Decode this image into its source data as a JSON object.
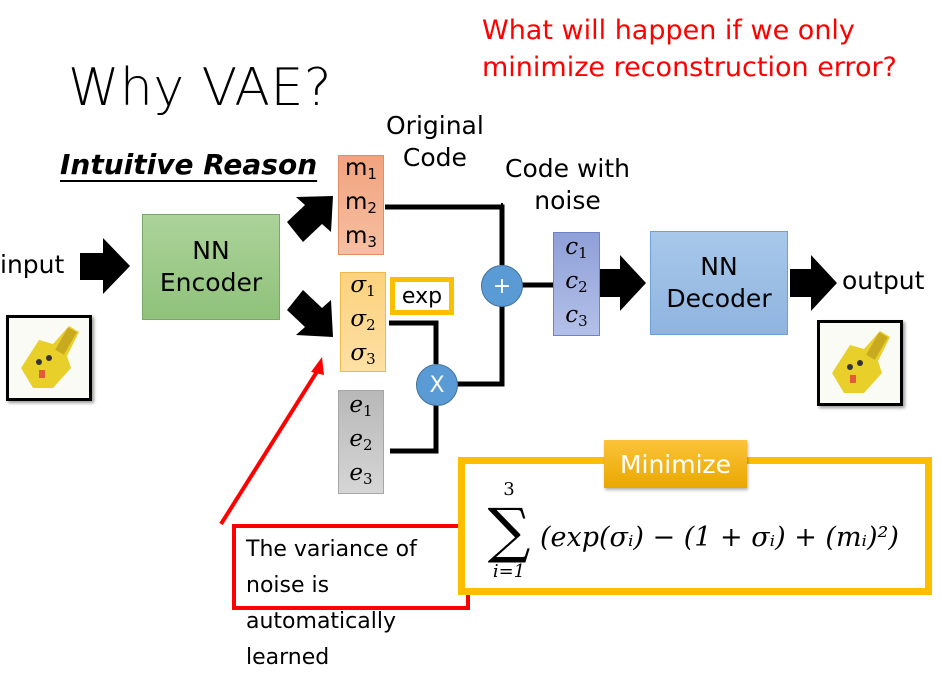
{
  "slide": {
    "title": "Why VAE?",
    "question": "What will happen if we only minimize reconstruction error?",
    "subtitle": "Intuitive Reason"
  },
  "labels": {
    "input": "input",
    "output": "output",
    "original_code_line1": "Original",
    "original_code_line2": "Code",
    "code_noise_line1": "Code with",
    "code_noise_line2": "noise"
  },
  "encoder": {
    "line1": "NN",
    "line2": "Encoder"
  },
  "decoder": {
    "line1": "NN",
    "line2": "Decoder"
  },
  "vectors": {
    "m": {
      "symbol": "m",
      "indices": [
        "1",
        "2",
        "3"
      ]
    },
    "sigma": {
      "symbol": "σ",
      "indices": [
        "1",
        "2",
        "3"
      ]
    },
    "e": {
      "symbol": "e",
      "indices": [
        "1",
        "2",
        "3"
      ]
    },
    "c": {
      "symbol": "c",
      "indices": [
        "1",
        "2",
        "3"
      ]
    }
  },
  "ops": {
    "exp": "exp",
    "plus": "+",
    "times": "X"
  },
  "callout": {
    "line1": "The variance of noise is",
    "line2": "automatically learned"
  },
  "objective": {
    "badge": "Minimize",
    "sum_upper": "3",
    "sum_lower": "i=1",
    "sum_symbol": "∑",
    "expression": "(exp(σᵢ) − (1 + σᵢ) + (mᵢ)²)"
  },
  "colors": {
    "question_red": "#ff0000",
    "callout_red": "#ff0000",
    "highlight_yellow": "#fcbf00",
    "op_circle_blue": "#5b9bd5",
    "encoder_green": "#9ccb86",
    "decoder_blue": "#9dbfe6",
    "m_orange": "#f4b08f",
    "sigma_yellow": "#fdd98f",
    "e_gray": "#c8c8c8",
    "c_purple": "#a0b0e0"
  },
  "images": {
    "input_image": "pikachu-icon",
    "output_image": "pikachu-icon"
  }
}
